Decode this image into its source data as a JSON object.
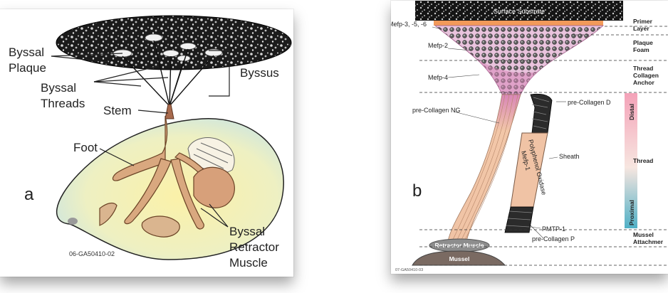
{
  "panel_a": {
    "letter": "a",
    "labels": {
      "byssal_plaque_1": "Byssal",
      "byssal_plaque_2": "Plaque",
      "byssal_threads_1": "Byssal",
      "byssal_threads_2": "Threads",
      "byssus": "Byssus",
      "stem": "Stem",
      "foot": "Foot",
      "retractor_1": "Byssal",
      "retractor_2": "Retractor",
      "retractor_3": "Muscle"
    },
    "code": "06-GA50410-02"
  },
  "panel_b": {
    "letter": "b",
    "surface": "Surface Substrate",
    "left_labels": {
      "mefp_356": "Mefp-3, -5, -6",
      "mefp2": "Mefp-2",
      "mefp4": "Mefp-4",
      "precollagen_ng": "pre-Collagen NG",
      "retractor": "Retractor Muscle",
      "mussel": "Mussel"
    },
    "inset_labels": {
      "precollagen_d": "pre-Collagen D",
      "sheath": "Sheath",
      "polyphenol_1": "Polyphenol Oxidase",
      "polyphenol_2": "Mefp-1",
      "pmtp": "PMTP-1",
      "precollagen_p": "pre-Collagen P"
    },
    "regions": {
      "primer_1": "Primer",
      "primer_2": "Layer",
      "plaque_1": "Plaque",
      "plaque_2": "Foam",
      "anchor_1": "Thread",
      "anchor_2": "Collagen",
      "anchor_3": "Anchor",
      "distal": "Distal",
      "thread": "Thread",
      "proximal": "Proximal",
      "attach_1": "Mussel",
      "attach_2": "Attachmer"
    },
    "code": "07-GA50410-03"
  },
  "colors": {
    "shell": "#cfe6ef",
    "foot": "#d9a87f",
    "thread": "#f2c7a8",
    "plaque_pink": "#d986b8",
    "gradient_top": "#f4a2b8",
    "gradient_bottom": "#4fb0c6"
  }
}
